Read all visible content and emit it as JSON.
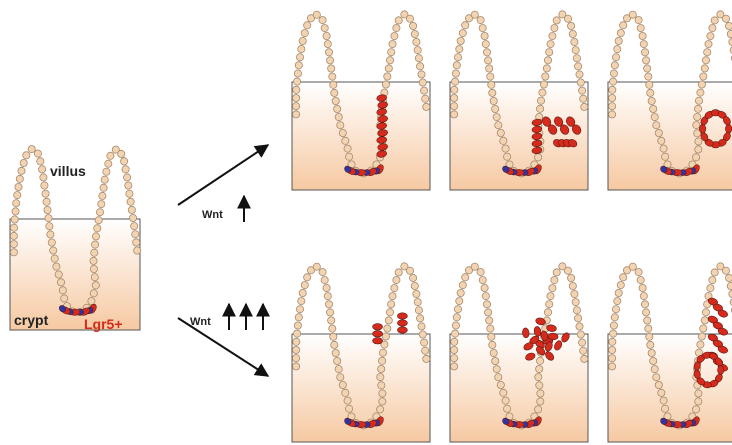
{
  "labels": {
    "villus": "villus",
    "crypt": "crypt",
    "lgr5": "Lgr5+",
    "wnt_low": "Wnt",
    "wnt_high": "Wnt"
  },
  "colors": {
    "background_top": "#ffffff",
    "background_bottom": "#f6c9a2",
    "cell_fill": "#f2d4b2",
    "cell_stroke": "#a88a6c",
    "stem_red": "#d62a1c",
    "stem_blue": "#3035a0",
    "lgr5_label": "#d62a1c",
    "text": "#222222"
  }
}
